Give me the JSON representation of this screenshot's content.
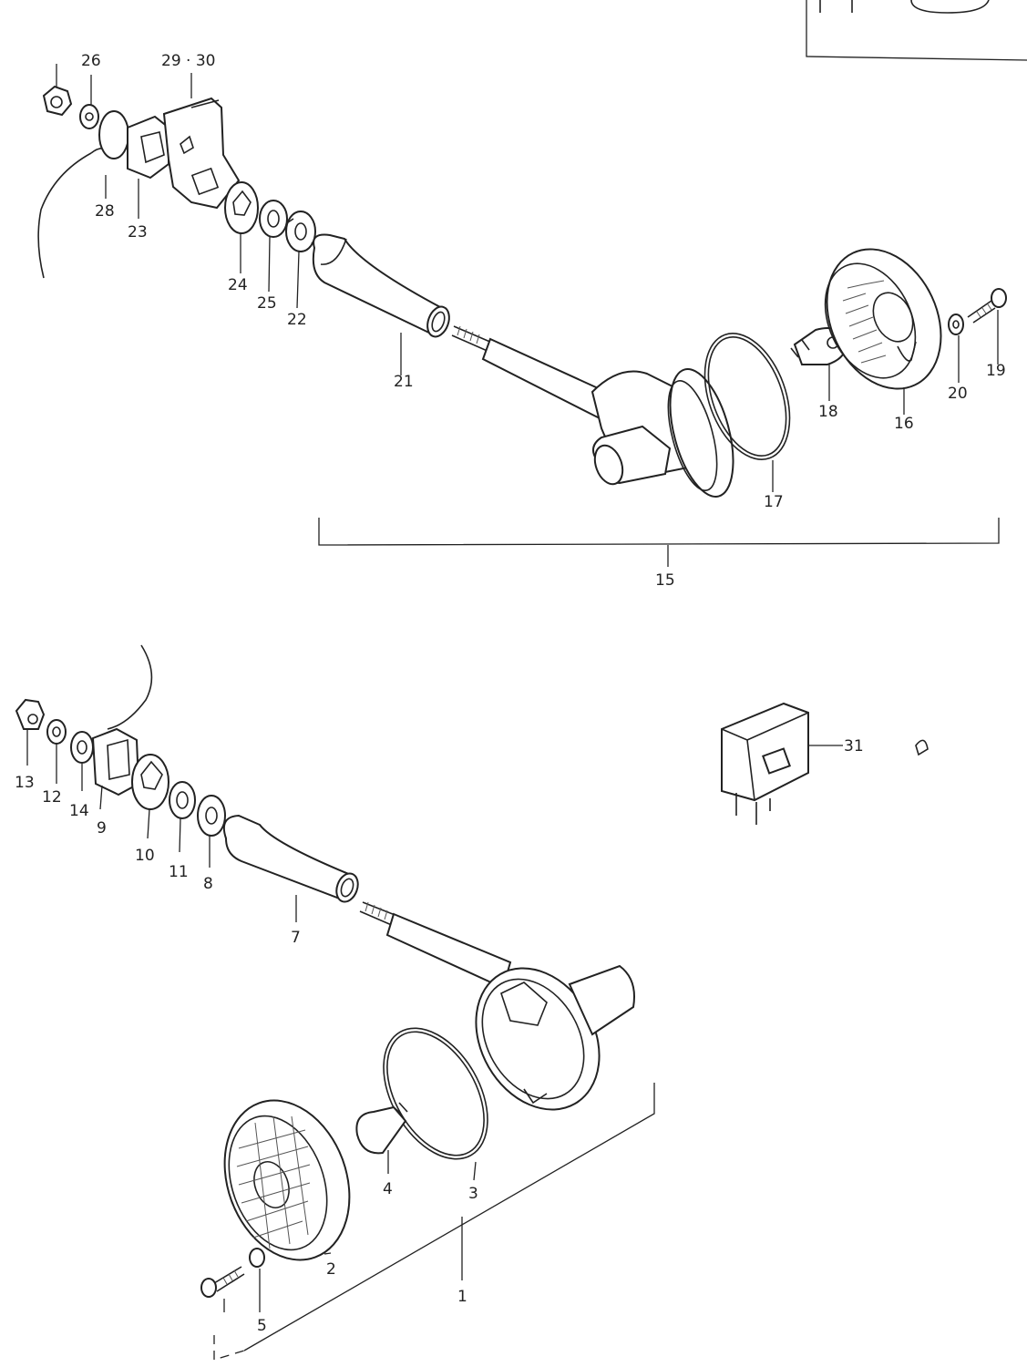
{
  "labels": {
    "l26": "26",
    "l2930": "29 · 30",
    "l28": "28",
    "l23": "23",
    "l24": "24",
    "l25": "25",
    "l22": "22",
    "l21": "21",
    "l17": "17",
    "l18": "18",
    "l16": "16",
    "l20": "20",
    "l19": "19",
    "l15": "15",
    "l31": "31",
    "l13": "13",
    "l12": "12",
    "l14": "14",
    "l9": "9",
    "l10": "10",
    "l11": "11",
    "l8": "8",
    "l7": "7",
    "l4": "4",
    "l3": "3",
    "l2": "2",
    "l1": "1",
    "l5": "5"
  }
}
